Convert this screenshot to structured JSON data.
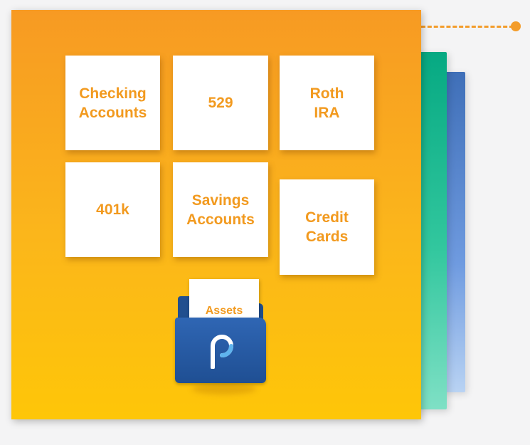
{
  "tiles": [
    {
      "id": "checking-accounts",
      "label": "Checking\nAccounts"
    },
    {
      "id": "529",
      "label": "529"
    },
    {
      "id": "roth-ira",
      "label": "Roth\nIRA"
    },
    {
      "id": "401k",
      "label": "401k"
    },
    {
      "id": "savings-accounts",
      "label": "Savings\nAccounts"
    },
    {
      "id": "credit-cards",
      "label": "Credit\nCards"
    }
  ],
  "folder": {
    "doc_label": "Assets",
    "icon": "p-logo-icon"
  },
  "colors": {
    "main_card_top": "#f79a23",
    "main_card_bottom": "#fec608",
    "green_card": "#06a982",
    "blue_card": "#3f6fb8",
    "tile_text": "#f29a1f",
    "folder": "#214f8f"
  }
}
